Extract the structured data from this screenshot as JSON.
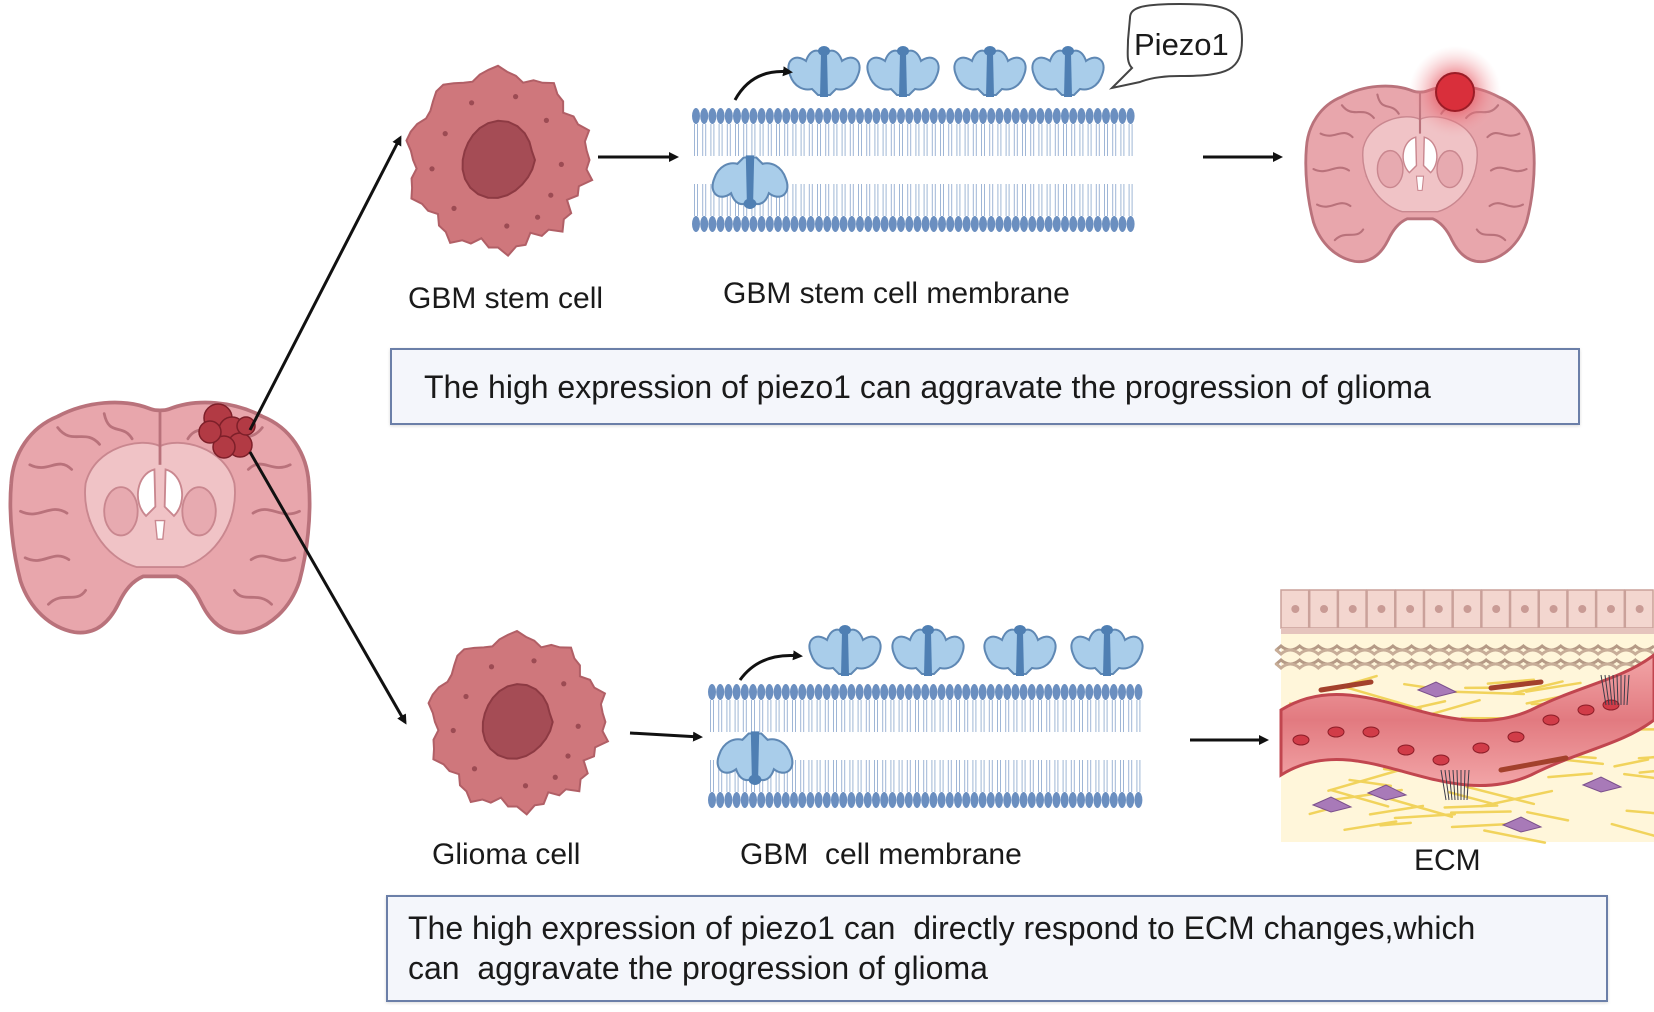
{
  "colors": {
    "brain_fill": "#e8a6ac",
    "brain_stroke": "#b9727b",
    "tumor": "#b23a44",
    "cell_body": "#cf777c",
    "cell_nucleus": "#a54c55",
    "membrane": "#6b8fc0",
    "channel": "#a9cdea",
    "vessel": "#d13c48",
    "box_border": "#6b7fa8"
  },
  "icons": [
    "brain-icon",
    "tumor-icon",
    "cell-icon",
    "membrane-icon",
    "piezo1-channel-icon",
    "ecm-tissue-icon",
    "arrow-icon"
  ],
  "top_row": {
    "cell_label": "GBM stem cell",
    "membrane_label": "GBM stem cell membrane",
    "callout": "Piezo1",
    "summary": "The high expression of piezo1 can aggravate the progression of glioma"
  },
  "bottom_row": {
    "cell_label": "Glioma cell",
    "membrane_label": "GBM  cell membrane",
    "ecm_label": "ECM",
    "summary_line1": "The high expression of piezo1 can  directly respond to ECM changes,which",
    "summary_line2": "can  aggravate the progression of glioma"
  }
}
